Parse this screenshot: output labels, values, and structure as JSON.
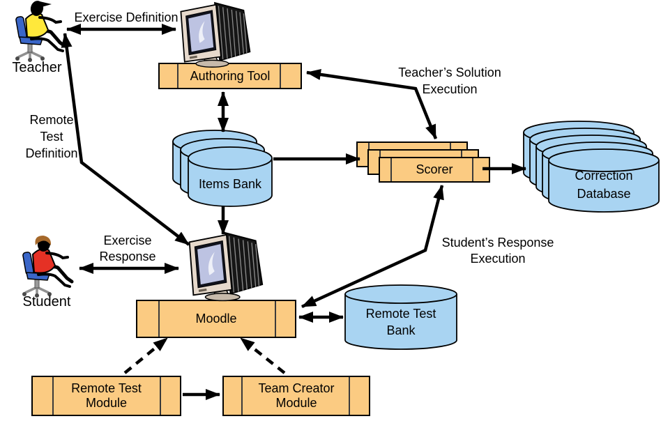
{
  "diagram": {
    "kind": "system-architecture"
  },
  "colors": {
    "component_fill": "#FBCB82",
    "database_fill": "#A9D4F2",
    "line": "#000000",
    "teacher_shirt": "#FFE83B",
    "student_shirt": "#E53125",
    "chair": "#3A66C8",
    "screen": "#BDC3E2"
  },
  "actors": {
    "teacher": {
      "label": "Teacher"
    },
    "student": {
      "label": "Student"
    }
  },
  "nodes": {
    "authoring_tool": {
      "label": "Authoring Tool"
    },
    "items_bank": {
      "label": "Items Bank"
    },
    "scorer": {
      "label": "Scorer"
    },
    "correction_database": {
      "line1": "Correction",
      "line2": "Database"
    },
    "moodle": {
      "label": "Moodle"
    },
    "remote_test_bank": {
      "line1": "Remote Test",
      "line2": "Bank"
    },
    "remote_test_module": {
      "line1": "Remote Test",
      "line2": "Module"
    },
    "team_creator_module": {
      "line1": "Team Creator",
      "line2": "Module"
    }
  },
  "edge_labels": {
    "exercise_definition": {
      "label": "Exercise Definition"
    },
    "remote_test_definition": {
      "line1": "Remote",
      "line2": "Test",
      "line3": "Definition"
    },
    "teachers_solution_execution": {
      "line1": "Teacher’s Solution",
      "line2": "Execution"
    },
    "exercise_response": {
      "line1": "Exercise",
      "line2": "Response"
    },
    "students_response_execution": {
      "line1": "Student’s Response",
      "line2": "Execution"
    }
  }
}
